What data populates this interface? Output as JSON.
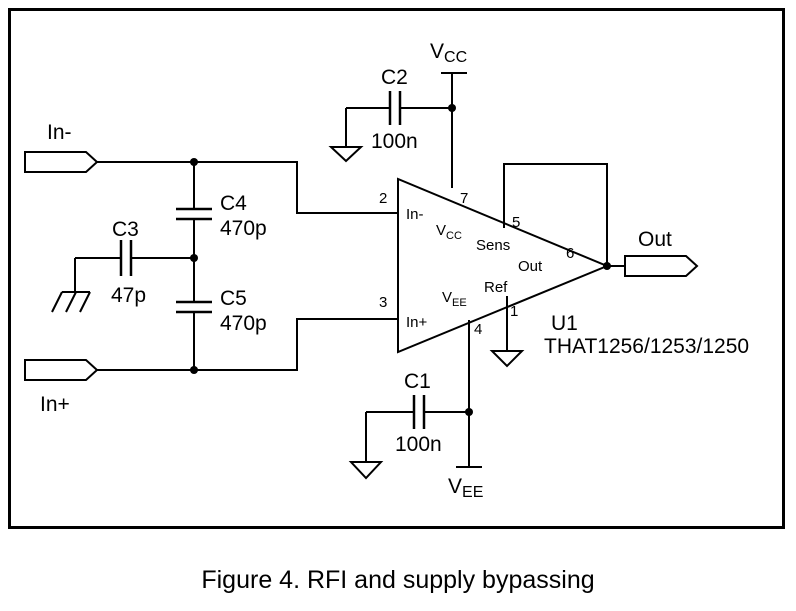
{
  "inputs": {
    "in_minus": "In-",
    "in_plus": "In+"
  },
  "output": {
    "label": "Out"
  },
  "supplies": {
    "vcc_main": "V",
    "vcc_sub": "CC",
    "vee_main": "V",
    "vee_sub": "EE"
  },
  "capacitors": {
    "c1": {
      "name": "C1",
      "value": "100n"
    },
    "c2": {
      "name": "C2",
      "value": "100n"
    },
    "c3": {
      "name": "C3",
      "value": "47p"
    },
    "c4": {
      "name": "C4",
      "value": "470p"
    },
    "c5": {
      "name": "C5",
      "value": "470p"
    }
  },
  "amplifier": {
    "ref": "U1",
    "part": "THAT1256/1253/1250",
    "pins": {
      "in_minus": "2",
      "in_plus": "3",
      "vcc": "7",
      "vee": "4",
      "sense": "5",
      "out": "6",
      "ref": "1"
    },
    "labels": {
      "in_minus": "In-",
      "in_plus": "In+",
      "vcc_main": "V",
      "vcc_sub": "CC",
      "vee_main": "V",
      "vee_sub": "EE",
      "sense": "Sens",
      "out": "Out",
      "ref": "Ref"
    }
  },
  "caption": "Figure 4. RFI and supply bypassing"
}
